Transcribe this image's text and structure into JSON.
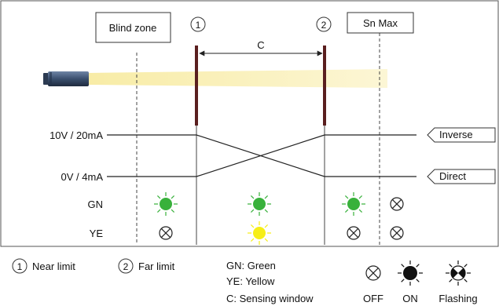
{
  "zones": {
    "blind_zone": "Blind zone",
    "sn_max": "Sn Max",
    "sensing_window_letter": "C"
  },
  "markers": {
    "near_number": "1",
    "far_number": "2"
  },
  "levels": {
    "high": "10V / 20mA",
    "low": "0V / 4mA"
  },
  "outputs": {
    "inverse": "Inverse",
    "direct": "Direct"
  },
  "leds": {
    "gn": "GN",
    "ye": "YE",
    "rows": [
      {
        "zone": "blind",
        "gn": "on-green",
        "ye": "off"
      },
      {
        "zone": "window",
        "gn": "on-green",
        "ye": "on-yellow"
      },
      {
        "zone": "beyond_far",
        "gn": "on-green",
        "ye": "off"
      },
      {
        "zone": "beyond_snmax",
        "gn": "off",
        "ye": "off"
      }
    ]
  },
  "legend": {
    "near_limit": "Near limit",
    "far_limit": "Far limit",
    "gn_desc": "GN: Green",
    "ye_desc": "YE: Yellow",
    "c_desc": "C: Sensing window",
    "off_label": "OFF",
    "on_label": "ON",
    "flashing_label": "Flashing"
  },
  "colors": {
    "green": "#38b13b",
    "yellow": "#f6ee16",
    "beam": "#f8eca6",
    "target": "#5a1f1f",
    "sensor": "#3a4f6e"
  }
}
